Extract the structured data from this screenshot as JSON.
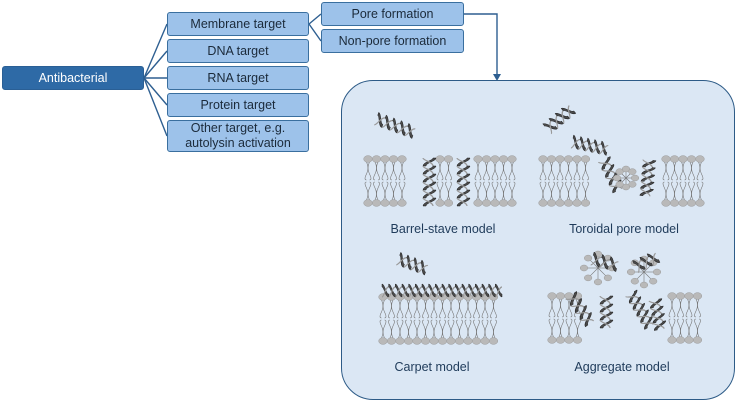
{
  "root": {
    "label": "Antibacterial"
  },
  "targets": {
    "membrane": "Membrane target",
    "dna": "DNA target",
    "rna": "RNA target",
    "protein": "Protein target",
    "other": "Other target, e.g. autolysin activation"
  },
  "membrane_modes": {
    "pore": "Pore formation",
    "nonpore": "Non-pore formation"
  },
  "models": {
    "barrel_stave": "Barrel-stave model",
    "toroidal": "Toroidal pore model",
    "carpet": "Carpet model",
    "aggregate": "Aggregate model"
  },
  "colors": {
    "root_fill": "#2e6aa6",
    "node_fill": "#9dc2ea",
    "connector": "#2e5f91",
    "panel_fill": "#dbe7f4",
    "panel_border": "#2d5b87",
    "lipid_head": "#b9b9b9",
    "helix": "#4a4a4a"
  }
}
